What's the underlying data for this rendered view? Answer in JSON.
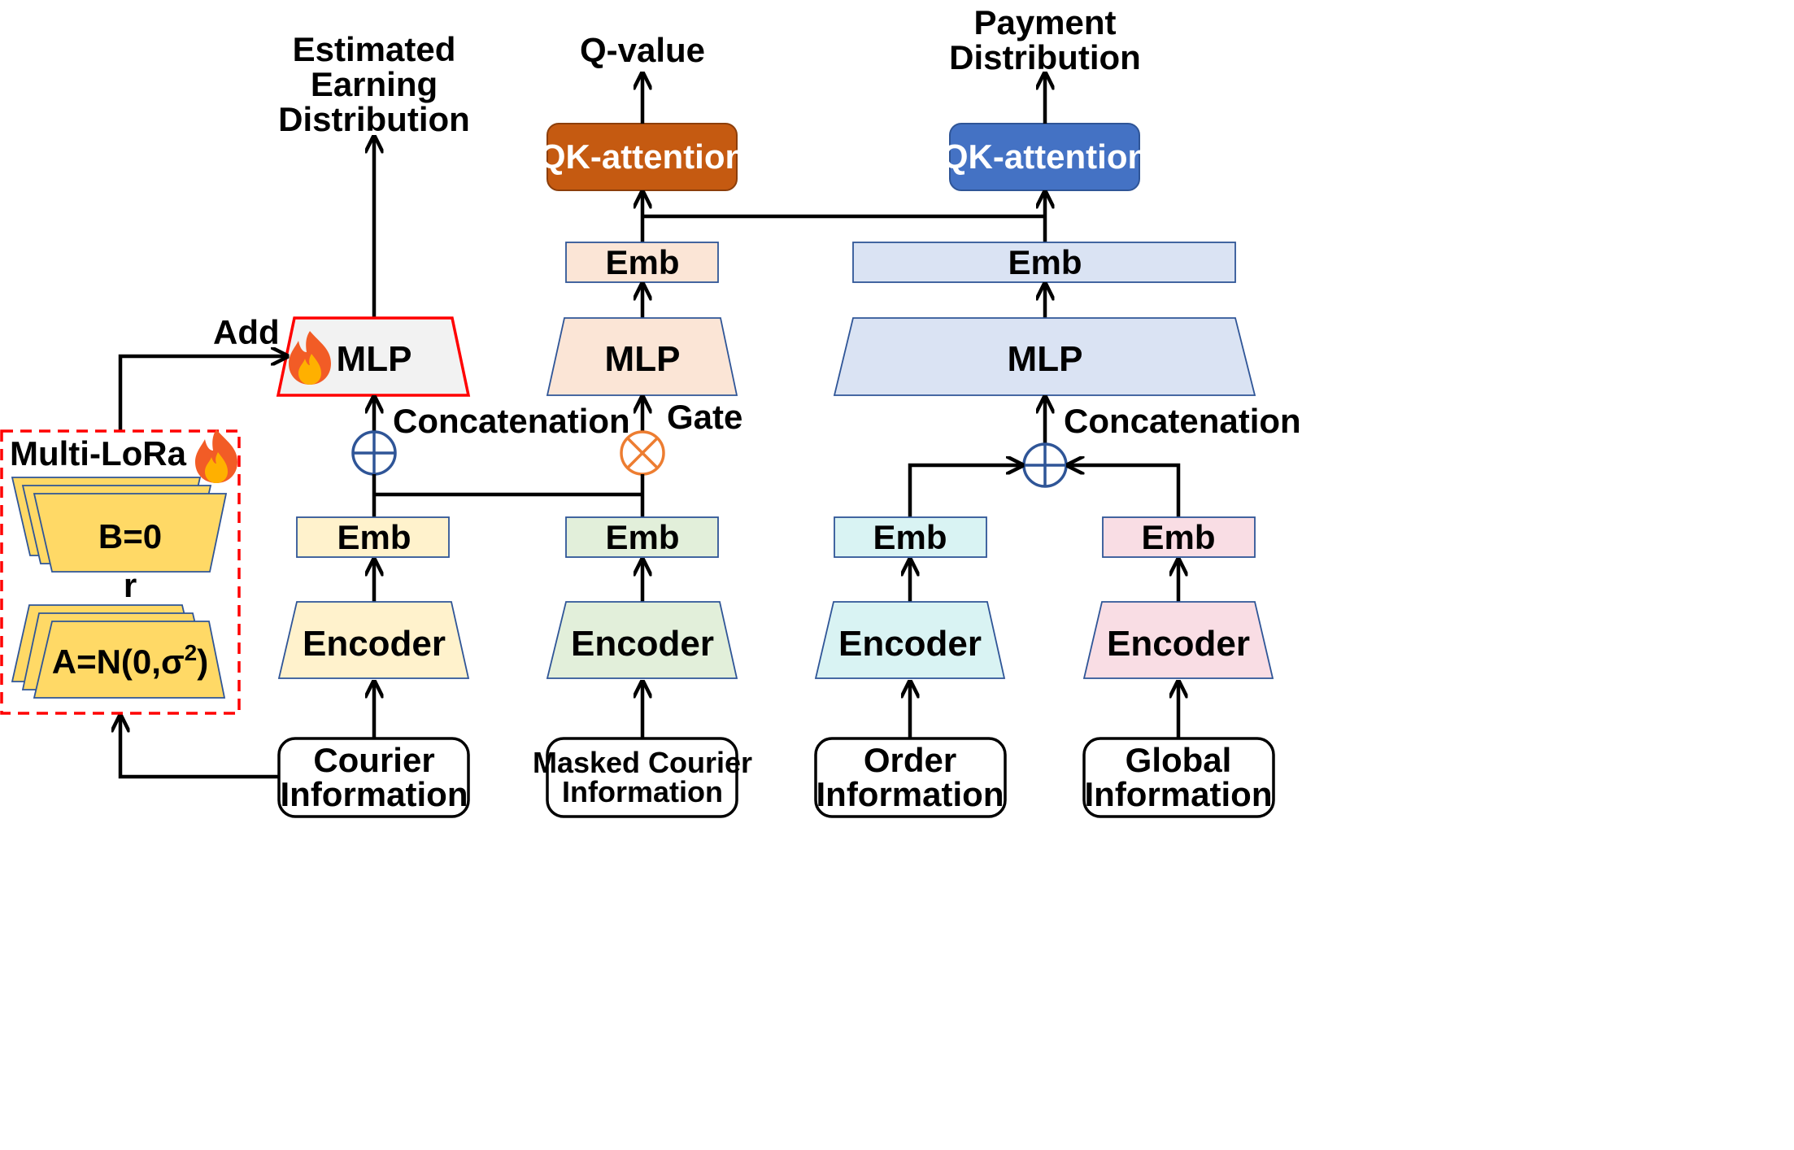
{
  "outputs": {
    "earning": [
      "Estimated",
      "Earning",
      "Distribution"
    ],
    "qvalue": "Q-value",
    "payment": [
      "Payment",
      "Distribution"
    ]
  },
  "blocks": {
    "qk_attention_left": "QK-attention",
    "qk_attention_right": "QK-attention",
    "mlp": "MLP",
    "emb": "Emb",
    "encoder": "Encoder"
  },
  "ops": {
    "concatenation": "Concatenation",
    "gate": "Gate",
    "add": "Add"
  },
  "lora": {
    "title": "Multi-LoRa",
    "b_label": "B=0",
    "rank_label": "r",
    "a_label_pre": "A=N(0,σ",
    "a_label_sup": "2",
    "a_label_post": ")"
  },
  "inputs": {
    "courier": [
      "Courier",
      "Information"
    ],
    "masked_courier": [
      "Masked Courier",
      "Information"
    ],
    "order": [
      "Order",
      "Information"
    ],
    "global": [
      "Global",
      "Information"
    ]
  },
  "colors": {
    "yellow_fill": "#FFF2CC",
    "green_fill": "#E2EFDA",
    "cyan_fill": "#D9F3F3",
    "pink_fill": "#F9DDE4",
    "peach_fill": "#FBE5D6",
    "lavender_fill": "#DAE3F3",
    "mlp_gray_fill": "#F2F2F2",
    "box_stroke": "#2F5597",
    "qk_orange": "#C55A11",
    "qk_blue": "#4472C4",
    "lora_fill": "#FFD966",
    "red": "#FF0000",
    "plus_circle": "#2F5597",
    "gate_circle": "#ED7D31"
  },
  "icons": [
    "fire-icon"
  ]
}
